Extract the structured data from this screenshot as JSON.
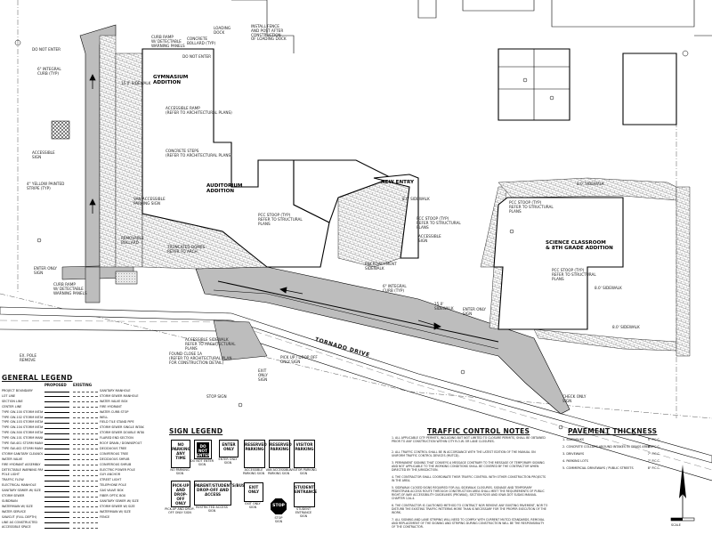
{
  "plan": {
    "buildings": [
      {
        "name": "GYMNASIUM\nADDITION"
      },
      {
        "name": "AUDITORIUM\nADDITION"
      },
      {
        "name": "NEW ENTRY"
      },
      {
        "name": "SCIENCE CLASSROOM\n& 8TH GRADE ADDITION"
      }
    ],
    "street": "TORNADO DRIVE",
    "callouts": [
      "DO NOT ENTER",
      "6\" INTEGRAL\nCURB (TYP)",
      "ACCESSIBLE\nSIGN",
      "4\" YELLOW PAINTED\nSTRIPE (TYP)",
      "CURB RAMP\nW/ DETECTABLE\nWARNING PANELS",
      "CONCRETE\nBOLLARD (TYP)",
      "DO NOT ENTER",
      "LOADING\nDOCK",
      "INSTALL FENCE\nAND POST AFTER\nCONSTRUCTION\nOF LOADING DOCK",
      "15.0' SIDEWALK",
      "ACCESSIBLE RAMP\n(REFER TO ARCHITECTURAL PLANS)",
      "CONCRETE STEPS\n(REFER TO ARCHITECTURAL PLANS)",
      "VAN ACCESSIBLE\nPARKING SIGN",
      "REMOVABLE\nBOLLARD",
      "TRUNCATED DOMES\nREFER TO ARCH.",
      "ENTER ONLY\nSIGN",
      "CURB RAMP\nW/ DETECTABLE\nWARNING PANELS",
      "PCC STOOP (TYP)\nREFER TO STRUCTURAL\nPLANS",
      "PCC STOOP (TYP)\nREFER TO STRUCTURAL\nPLANS",
      "8.0' SIDEWALK",
      "6\" INTEGRAL\nCURB (TYP)",
      "ENCROACHMENT\nSIDEWALK",
      "8.0' SIDEWALK",
      "ACCESSIBLE\nSIGN",
      "PCC STOOP (TYP)\nREFER TO STRUCTURAL\nPLANS",
      "8.0' SIDEWALK",
      "8.0' SIDEWALK",
      "PCC STOOP (TYP)\nREFER TO STRUCTURAL\nPLANS",
      "ENTER ONLY\nSIGN",
      "CHECK ONLY\nSIGN",
      "15.0'\nSIDEWALK",
      "ACCESSIBLE SIDEWALK\nREFER TO ARCHITECTURAL\nPLANS",
      "FOUND CLOSE 1A\n(REFER TO ARCHITECTURAL PLAN\nFOR CONSTRUCTION DETAIL)",
      "PICK UP / DROP OFF\nONLY SIGN",
      "EXIT\nONLY\nSIGN",
      "STOP SIGN",
      "EX. POLE\nREMOVE"
    ]
  },
  "legend": {
    "title": "GENERAL LEGEND",
    "col_proposed": "PROPOSED",
    "col_existing": "EXISTING",
    "rows": [
      {
        "name": "PROJECT BOUNDARY",
        "existing": "SANITARY MANHOLE"
      },
      {
        "name": "LOT LINE",
        "existing": "STORM SEWER MANHOLE"
      },
      {
        "name": "SECTION LINE",
        "existing": "WATER VALVE BOX"
      },
      {
        "name": "CENTER LINE",
        "existing": "FIRE HYDRANT"
      },
      {
        "name": "TYPE GW-100 STORM INTAKE",
        "existing": "WATER CURB STOP"
      },
      {
        "name": "TYPE GW-102 STORM INTAKE",
        "existing": "WELL"
      },
      {
        "name": "TYPE GW-103 STORM INTAKE",
        "existing": "FIELD TILE STAND PIPE"
      },
      {
        "name": "TYPE GW-104 STORM INTAKE",
        "existing": "STORM SEWER SINGLE INTAKE"
      },
      {
        "name": "TYPE GW-500 STORM INTAKE",
        "existing": "STORM SEWER DOUBLE INTAKE"
      },
      {
        "name": "TYPE GW-101 STORM MANHOLE",
        "existing": "FLARED END SECTION"
      },
      {
        "name": "TYPE SW-401 STORM MANHOLE",
        "existing": "ROOF DRAIN / DOWNSPOUT"
      },
      {
        "name": "TYPE SW-402 STORM MANHOLE",
        "existing": "DECIDUOUS TREE"
      },
      {
        "name": "STORM SANITARY CLEANOUT",
        "existing": "CONIFEROUS TREE"
      },
      {
        "name": "WATER VALVE",
        "existing": "DECIDUOUS SHRUB"
      },
      {
        "name": "FIRE HYDRANT ASSEMBLY",
        "existing": "CONIFEROUS SHRUB"
      },
      {
        "name": "DETECTABLE WARNING PANEL",
        "existing": "ELECTRIC POWER POLE"
      },
      {
        "name": "POLE LIGHT",
        "existing": "GUY ANCHOR"
      },
      {
        "name": "TRAFFIC FLOW",
        "existing": "STREET LIGHT"
      },
      {
        "name": "ELECTRICAL MANHOLE",
        "existing": "TELEPHONE POLE"
      },
      {
        "name": "SANITARY SEWER W/ SIZE",
        "existing": "GAS VALVE BOX"
      },
      {
        "name": "STORM SEWER",
        "existing": "FIBER OPTIC BOX"
      },
      {
        "name": "SUBDRAIN",
        "existing": "SANITARY SEWER W/ SIZE"
      },
      {
        "name": "WATERMAIN W/ SIZE",
        "existing": "STORM SEWER W/ SIZE"
      },
      {
        "name": "WATER SERVICE",
        "existing": "WATERMAIN W/ SIZE"
      },
      {
        "name": "SAWCUT (FULL DEPTH)",
        "existing": "FENCE"
      },
      {
        "name": "LINE AS CONSTRUCTED",
        "existing": ""
      },
      {
        "name": "ACCESSIBLE SPACE",
        "existing": ""
      }
    ]
  },
  "sign_legend": {
    "title": "SIGN LEGEND",
    "signs": [
      {
        "face": "NO\nPARKING\nANY\nTIME",
        "caption": "NO PARKING\nSIGN",
        "dark": false
      },
      {
        "face": "DO NOT\nENTER",
        "caption": "DO NOT ENTER\nSIGN",
        "dark": true
      },
      {
        "face": "ENTER\nONLY",
        "caption": "ENTER ONLY\nSIGN",
        "dark": false
      },
      {
        "face": "RESERVED\nPARKING",
        "caption": "ACCESSIBLE\nPARKING SIGN",
        "dark": false
      },
      {
        "face": "RESERVED\nPARKING",
        "caption": "VAN ACCESSIBLE\nPARKING SIGN",
        "dark": false
      },
      {
        "face": "VISITOR\nPARKING",
        "caption": "VISITOR PARKING\nSIGN",
        "dark": false
      },
      {
        "face": "PICK-UP\nAND\nDROP-OFF\nONLY",
        "caption": "PICK-UP AND DROP-\nOFF ONLY SIGN",
        "dark": false
      },
      {
        "face": "PARENT/STUDENTS/BUS\nDROP-OFF AND\nACCESS",
        "caption": "RESTRICTED ACCESS\nSIGN",
        "dark": false
      },
      {
        "face": "EXIT\nONLY",
        "caption": "EXIT ONLY\nSIGN",
        "dark": false
      },
      {
        "face": "STUDENT\nENTRANCE",
        "caption": "STUDENT\nENTRANCE\nSIGN",
        "dark": false
      }
    ],
    "stop": {
      "face": "STOP",
      "caption": "STOP\nSIGN"
    }
  },
  "traffic_notes": {
    "title": "TRAFFIC CONTROL NOTES",
    "items": [
      "1.  ALL APPLICABLE CITY PERMITS, INCLUDING BUT NOT LIMITED TO CLOSURE PERMITS, SHALL BE OBTAINED PRIOR TO ANY CONSTRUCTION WITHIN CITY R.O.W. OR LANE CLOSURES.",
      "2.  ALL TRAFFIC CONTROL SHALL BE IN ACCORDANCE WITH THE LATEST EDITION OF THE MANUAL ON UNIFORM TRAFFIC CONTROL DEVICES (MUTCD).",
      "3.  PERMANENT SIGNING THAT CONVEYS A MESSAGE CONTRARY TO THE MESSAGE OF TEMPORARY SIGNING AND NOT APPLICABLE TO THE WORKING CONDITIONS SHALL BE COVERED BY THE CONTRACTOR WHEN DIRECTED BY THE JURISDICTION.",
      "4.  THE CONTRACTOR SHALL COORDINATE THEIR TRAFFIC CONTROL WITH OTHER CONSTRUCTION PROJECTS IN THE AREA.",
      "5.  SIDEWALK CLOSED SIGNS REQUIRED FOR ALL SIDEWALK CLOSURES. SIGNAGE AND TEMPORARY PEDESTRIAN ACCESS ROUTE THROUGH CONSTRUCTION AREA SHALL MEET THE REQUIREMENTS OF PUBLIC RIGHT-OF-WAY ACCESSIBILITY GUIDELINES (PROWAG), SECTION R205 AND IOWA DOT SUDAS MANUAL CHAPTER 12A-4.",
      "6.  THE CONTRACTOR IS CAUTIONED METHOD TO CONTRACT NOR REMOVE ANY EXISTING PAVEMENT, NOR TO DISTURB THE EXISTING TRAFFIC PATTERNS MORE THAN IS NECESSARY FOR THE PROPER EXECUTION OF THE WORK.",
      "7.  ALL SIGNING AND LANE STRIPING WILL NEED TO COMPLY WITH CURRENT MUTCD STANDARDS. REMOVAL AND REPLACEMENT OF THE SIGNING AND STRIPING DURING CONSTRUCTION WILL BE THE RESPONSIBILITY OF THE CONTRACTOR."
    ]
  },
  "pavement": {
    "title": "PAVEMENT THICKNESS",
    "rows": [
      {
        "item": "1.  SIDEWALKS",
        "value": "5\" P.C.C."
      },
      {
        "item": "2.  CONCRETE COLLARS AROUND INTAKES IN GRASS AREAS",
        "value": "8\" P.C.C."
      },
      {
        "item": "3.  DRIVEWAYS",
        "value": "7\" P.C.C."
      },
      {
        "item": "4.  PARKING LOTS",
        "value": "7\" P.C.C."
      },
      {
        "item": "5.  COMMERCIAL DRIVEWAYS / PUBLIC STREETS",
        "value": "8\" P.C.C."
      }
    ]
  },
  "north_arrow": {
    "label": "SCALE"
  },
  "colors": {
    "paving": "#bdbdbd",
    "hatch": "#808080",
    "line": "#111111",
    "building": "#ffffff"
  }
}
